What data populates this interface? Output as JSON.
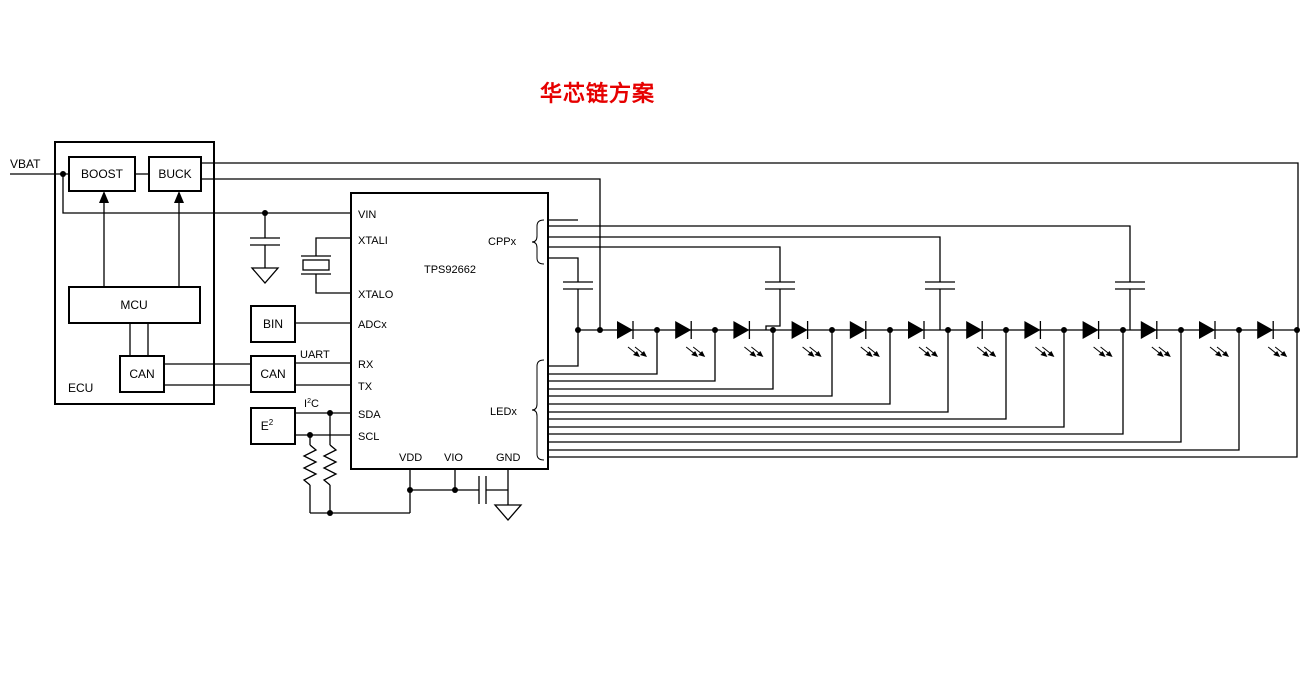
{
  "title": "华芯链方案",
  "colors": {
    "title": "#e60000",
    "wire": "#000000",
    "background": "#ffffff"
  },
  "diagram": {
    "input_label": "VBAT",
    "ecu": {
      "label": "ECU",
      "boost": "BOOST",
      "buck": "BUCK",
      "mcu": "MCU",
      "can": "CAN"
    },
    "external": {
      "bin": "BIN",
      "can": "CAN",
      "eeprom": "E",
      "eeprom_sup": "2"
    },
    "bus_labels": {
      "uart": "UART",
      "i2c_prefix": "I",
      "i2c_sup": "2",
      "i2c_suffix": "C"
    },
    "chip": {
      "name": "TPS92662",
      "pins": {
        "vin": "VIN",
        "xtali": "XTALI",
        "xtalo": "XTALO",
        "adcx": "ADCx",
        "rx": "RX",
        "tx": "TX",
        "sda": "SDA",
        "scl": "SCL",
        "cppx": "CPPx",
        "ledx": "LEDx",
        "vdd": "VDD",
        "vio": "VIO",
        "gnd": "GND"
      }
    },
    "led_count": 12,
    "flying_capacitor_count": 4
  }
}
